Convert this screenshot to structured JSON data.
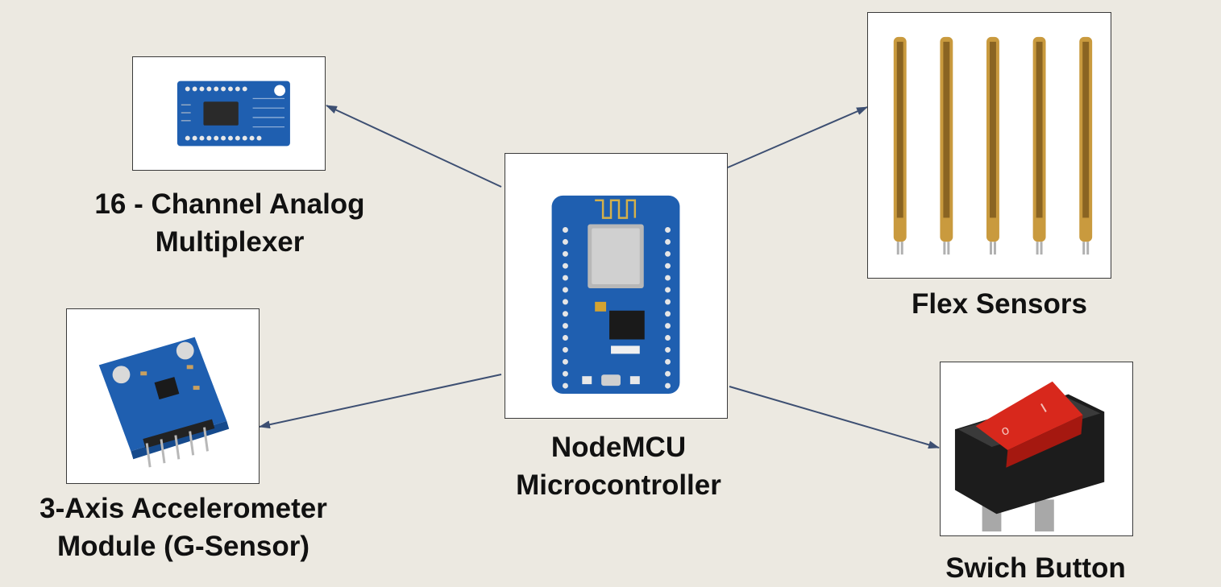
{
  "diagram": {
    "center": {
      "line1": "NodeMCU",
      "line2": "Microcontroller",
      "image": "nodemcu-board-image"
    },
    "components": {
      "multiplexer": {
        "line1": "16 - Channel Analog",
        "line2": "Multiplexer",
        "image": "multiplexer-board-image"
      },
      "accelerometer": {
        "line1": "3-Axis Accelerometer",
        "line2": "Module (G-Sensor)",
        "image": "accelerometer-module-image"
      },
      "flex": {
        "line1": "Flex Sensors",
        "image": "flex-sensors-image"
      },
      "switch": {
        "line1": "Swich Button",
        "image": "rocker-switch-image"
      }
    },
    "connections": [
      {
        "from": "NodeMCU",
        "to": "16 - Channel Analog Multiplexer"
      },
      {
        "from": "NodeMCU",
        "to": "3-Axis Accelerometer Module (G-Sensor)"
      },
      {
        "from": "NodeMCU",
        "to": "Flex Sensors"
      },
      {
        "from": "NodeMCU",
        "to": "Swich Button"
      }
    ],
    "colors": {
      "background": "#ece9e1",
      "arrow": "#3d4f72",
      "board_blue": "#1f5fb0",
      "flex_gold": "#c99a3e",
      "switch_red": "#d8281c"
    }
  }
}
